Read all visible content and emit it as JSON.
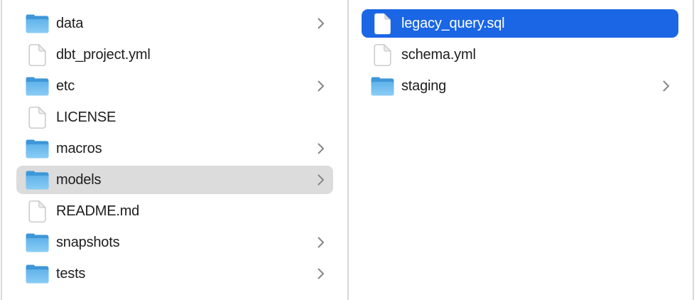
{
  "view": {
    "kind": "finder-column-browser",
    "background": "#ffffff"
  },
  "colors": {
    "selection_active": "#1a66e4",
    "selection_inactive": "#dcdcdc",
    "divider": "#d8d8d8",
    "text": "#1d1d1f",
    "text_selected": "#ffffff",
    "chevron": "#86868b",
    "folder_back": "#3e97d8",
    "folder_front_top": "#61b3ea",
    "folder_front_bottom": "#8accf5",
    "file_fill": "#ffffff",
    "file_border": "#c7c7c9"
  },
  "columns": [
    {
      "name": "column-1",
      "items": [
        {
          "label": "data",
          "icon": "folder-icon",
          "chevron": true,
          "selected": "none"
        },
        {
          "label": "dbt_project.yml",
          "icon": "file-icon",
          "chevron": false,
          "selected": "none"
        },
        {
          "label": "etc",
          "icon": "folder-icon",
          "chevron": true,
          "selected": "none"
        },
        {
          "label": "LICENSE",
          "icon": "file-icon",
          "chevron": false,
          "selected": "none"
        },
        {
          "label": "macros",
          "icon": "folder-icon",
          "chevron": true,
          "selected": "none"
        },
        {
          "label": "models",
          "icon": "folder-icon",
          "chevron": true,
          "selected": "inactive"
        },
        {
          "label": "README.md",
          "icon": "file-icon",
          "chevron": false,
          "selected": "none"
        },
        {
          "label": "snapshots",
          "icon": "folder-icon",
          "chevron": true,
          "selected": "none"
        },
        {
          "label": "tests",
          "icon": "folder-icon",
          "chevron": true,
          "selected": "none"
        }
      ]
    },
    {
      "name": "column-2",
      "items": [
        {
          "label": "legacy_query.sql",
          "icon": "file-icon",
          "chevron": false,
          "selected": "active"
        },
        {
          "label": "schema.yml",
          "icon": "file-icon",
          "chevron": false,
          "selected": "none"
        },
        {
          "label": "staging",
          "icon": "folder-icon",
          "chevron": true,
          "selected": "none"
        }
      ]
    }
  ]
}
